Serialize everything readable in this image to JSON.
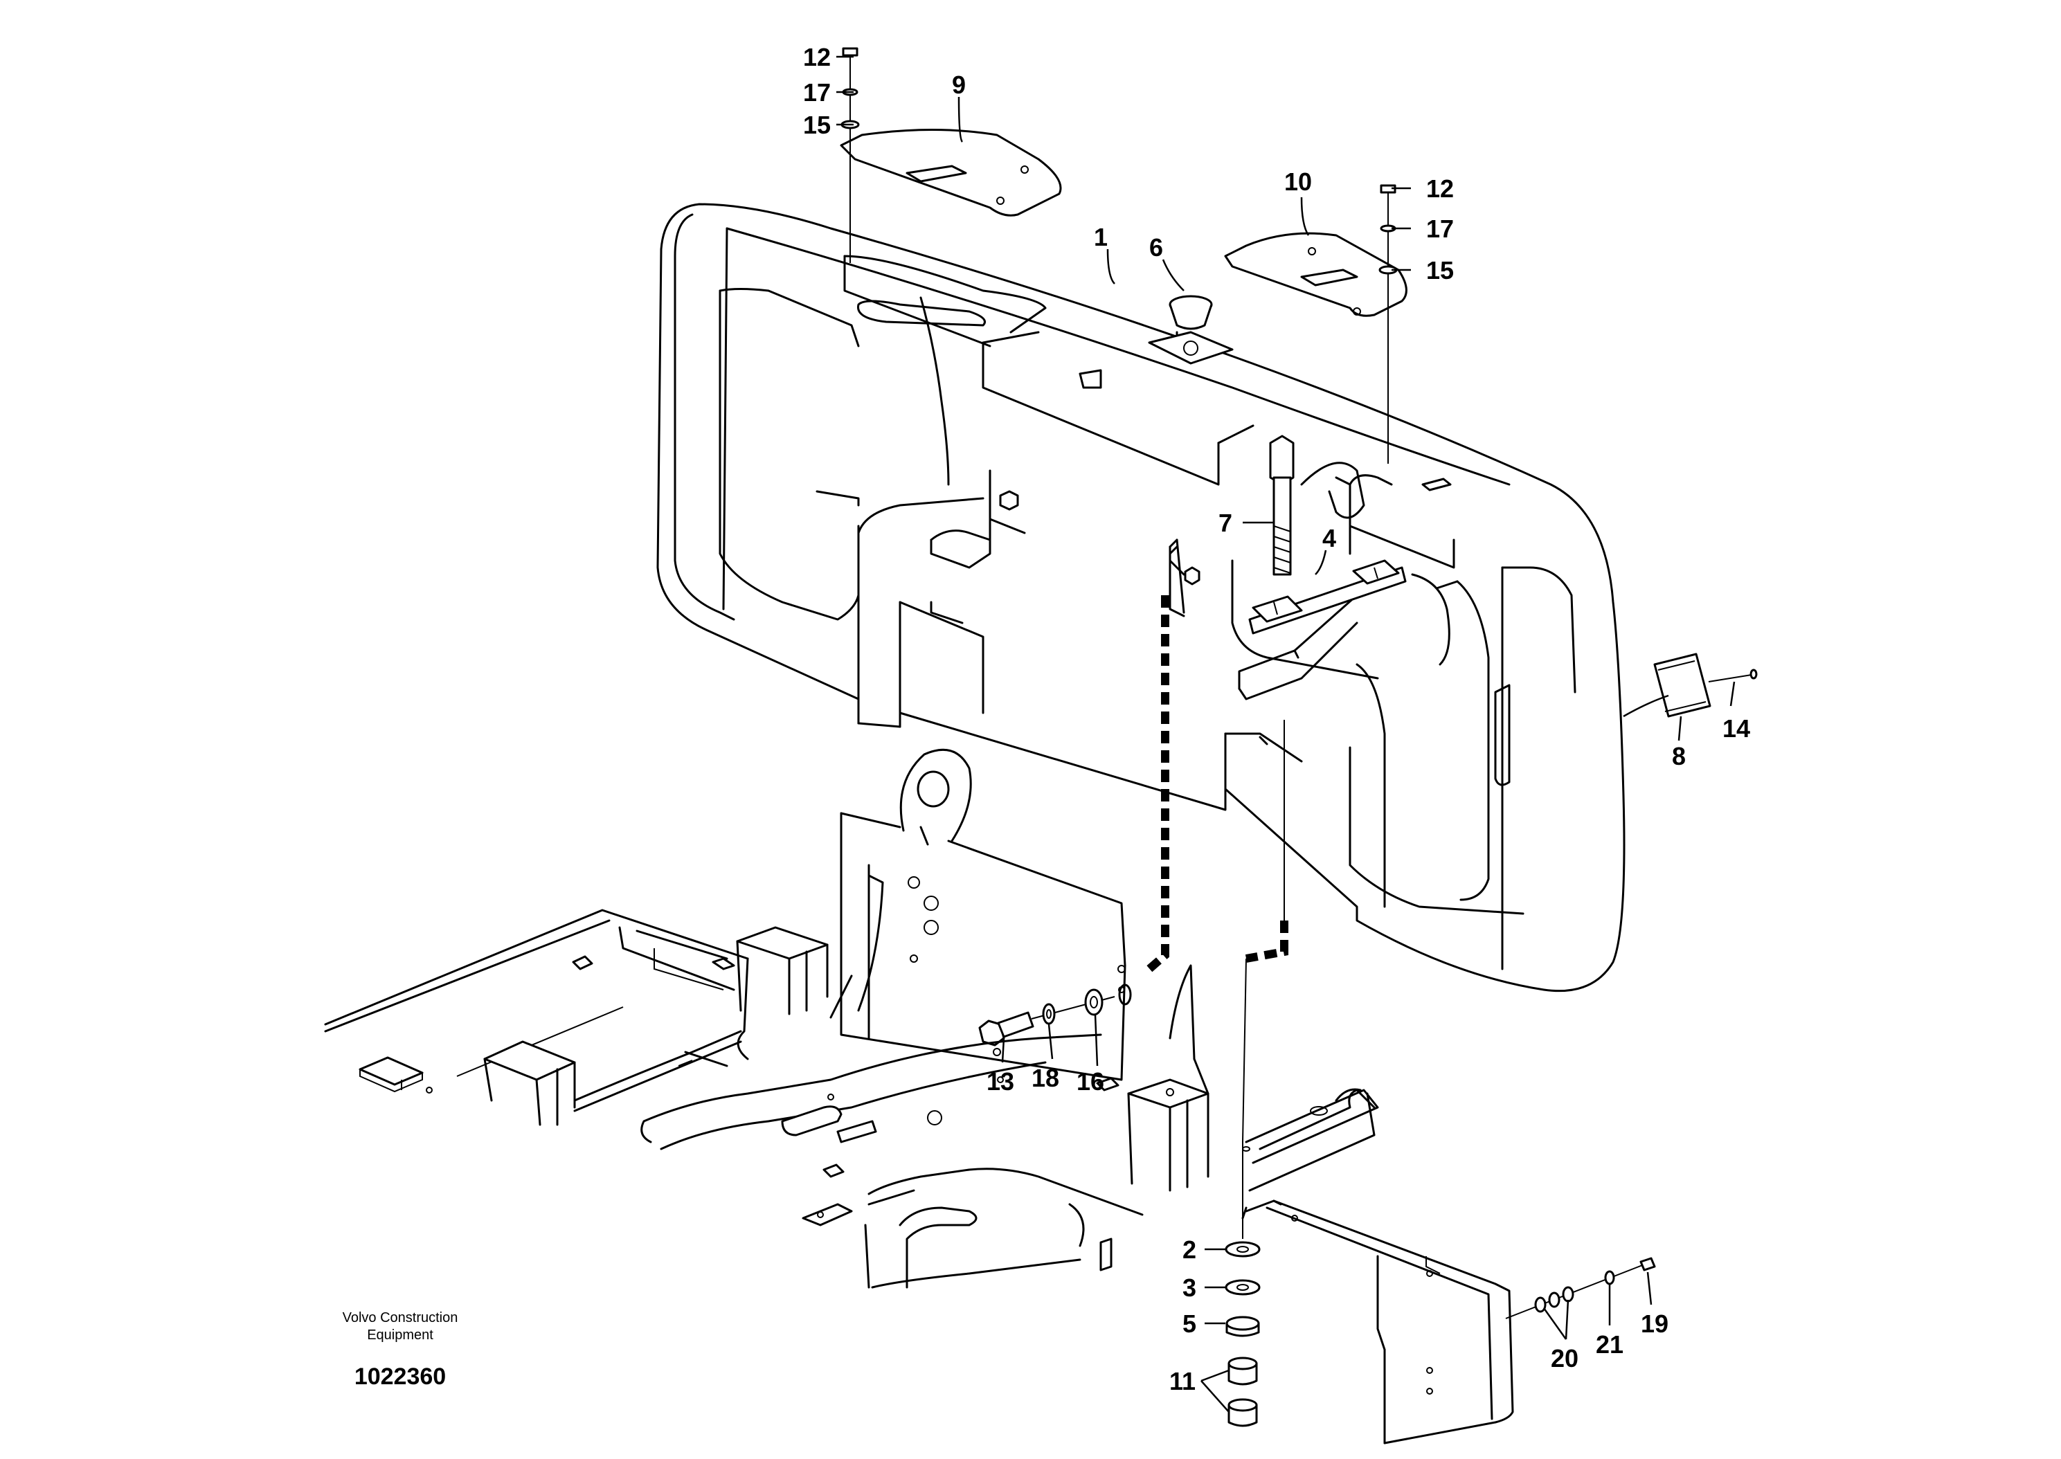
{
  "callouts": {
    "c1": "1",
    "c2": "2",
    "c3": "3",
    "c4": "4",
    "c5": "5",
    "c6": "6",
    "c7": "7",
    "c8": "8",
    "c9": "9",
    "c10": "10",
    "c11": "11",
    "c12a": "12",
    "c12b": "12",
    "c13": "13",
    "c14": "14",
    "c15a": "15",
    "c15b": "15",
    "c16": "16",
    "c17a": "17",
    "c17b": "17",
    "c18": "18",
    "c19": "19",
    "c20": "20",
    "c21": "21"
  },
  "caption": {
    "line1": "Volvo Construction",
    "line2": "Equipment",
    "doc_number": "1022360"
  }
}
